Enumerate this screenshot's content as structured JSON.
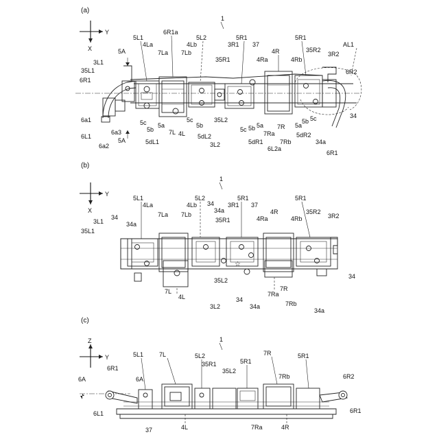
{
  "panels": {
    "a": {
      "label": "(a)",
      "ref_main": "1",
      "axes": {
        "up": "",
        "right": "Y",
        "down": "X"
      },
      "labels": [
        "6R1a",
        "5L1",
        "4La",
        "5L2",
        "4Lb",
        "5R1",
        "5R1",
        "AL1",
        "5A",
        "7La",
        "7Lb",
        "3R1",
        "37",
        "35R1",
        "4R",
        "4Ra",
        "4Rb",
        "35R2",
        "3R2",
        "6R2",
        "3L1",
        "35L1",
        "6R1",
        "6a1",
        "6L1",
        "6a3",
        "6a2",
        "5A",
        "5b",
        "5dL1",
        "5a",
        "5c",
        "4L",
        "7L",
        "5b",
        "5c",
        "5dL2",
        "35L2",
        "3L2",
        "5c",
        "5b",
        "5a",
        "5dR1",
        "6L2a",
        "7Ra",
        "7Rb",
        "7R",
        "5a",
        "5b",
        "5c",
        "5dR2",
        "34a",
        "6R1",
        "34"
      ]
    },
    "b": {
      "label": "(b)",
      "ref_main": "1",
      "axes": {
        "up": "",
        "right": "Y",
        "down": "X"
      },
      "labels": [
        "5L1",
        "4La",
        "5L2",
        "4Lb",
        "34",
        "34a",
        "3R1",
        "5R1",
        "37",
        "4R",
        "4Ra",
        "5R1",
        "4Rb",
        "35R2",
        "3R2",
        "34",
        "34a",
        "7La",
        "7Lb",
        "35R1",
        "3L1",
        "35L1",
        "35L2",
        "7L",
        "4L",
        "3L2",
        "34",
        "34a",
        "7Ra",
        "7R",
        "7Rb",
        "34",
        "34a"
      ]
    },
    "c": {
      "label": "(c)",
      "ref_main": "1",
      "axes": {
        "up": "Z",
        "right": "Y",
        "down": ""
      },
      "labels": [
        "5L1",
        "7L",
        "5L2",
        "35R1",
        "5R1",
        "7R",
        "5R1",
        "6R1",
        "35L2",
        "7Rb",
        "6A",
        "6A",
        "6R2",
        "6L1",
        "6R1",
        "37",
        "4L",
        "7Ra",
        "4R"
      ]
    }
  }
}
